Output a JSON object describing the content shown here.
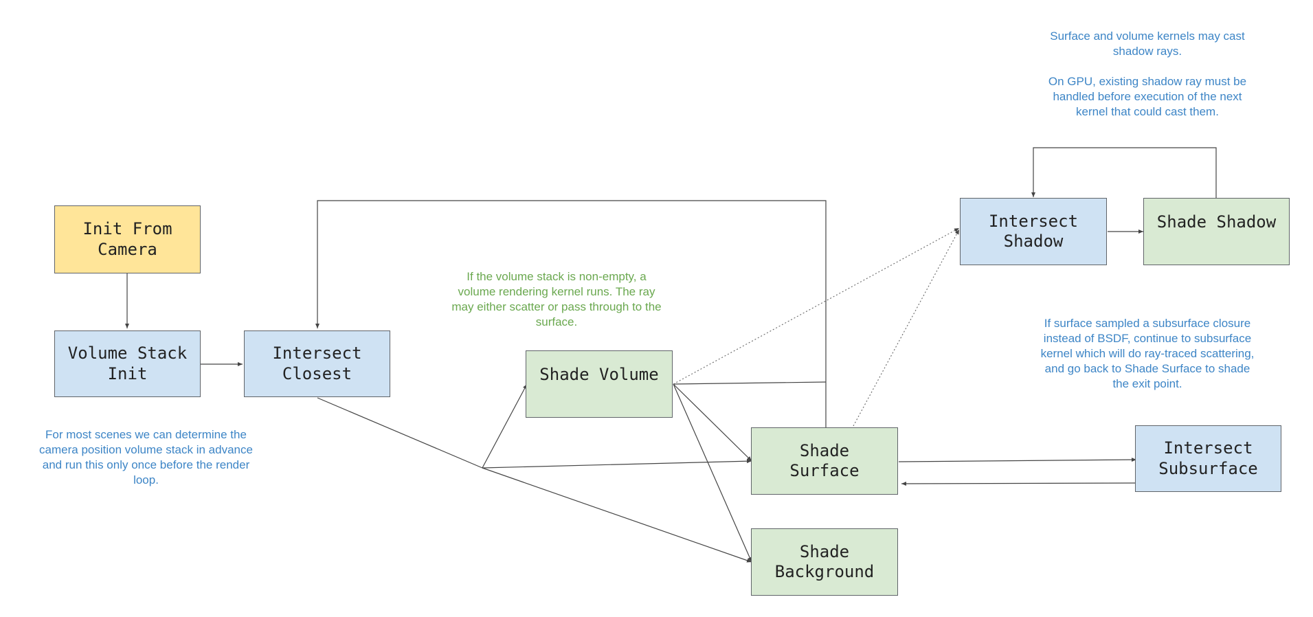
{
  "theme": {
    "note_blue": "#3d85c6",
    "note_green": "#6aa84f",
    "edge_color": "#444444",
    "fill_yellow": "#ffe599",
    "fill_blue": "#cfe2f3",
    "fill_green": "#d9ead3"
  },
  "nodes": {
    "init_from_camera": "Init From\nCamera",
    "volume_stack_init": "Volume Stack\nInit",
    "intersect_closest": "Intersect\nClosest",
    "shade_volume": "Shade Volume",
    "shade_surface": "Shade\nSurface",
    "shade_background": "Shade\nBackground",
    "intersect_shadow": "Intersect\nShadow",
    "shade_shadow": "Shade Shadow",
    "intersect_subsurface": "Intersect\nSubsurface"
  },
  "notes": {
    "shadow_note": "Surface and volume kernels may cast\nshadow rays.\n\nOn GPU, existing shadow ray must be\nhandled before execution of the next\nkernel that could cast them.",
    "volume_note": "If the volume stack is non-empty, a\nvolume rendering kernel runs. The ray\nmay either scatter or pass through to the\nsurface.",
    "subsurface_note": "If surface sampled a subsurface closure\ninstead of BSDF, continue to subsurface\nkernel which will do ray-traced scattering,\nand go back to Shade Surface to shade\nthe exit point.",
    "camera_note": "For most scenes we can determine the\ncamera position volume stack in advance\nand run this only once before the render\nloop."
  }
}
